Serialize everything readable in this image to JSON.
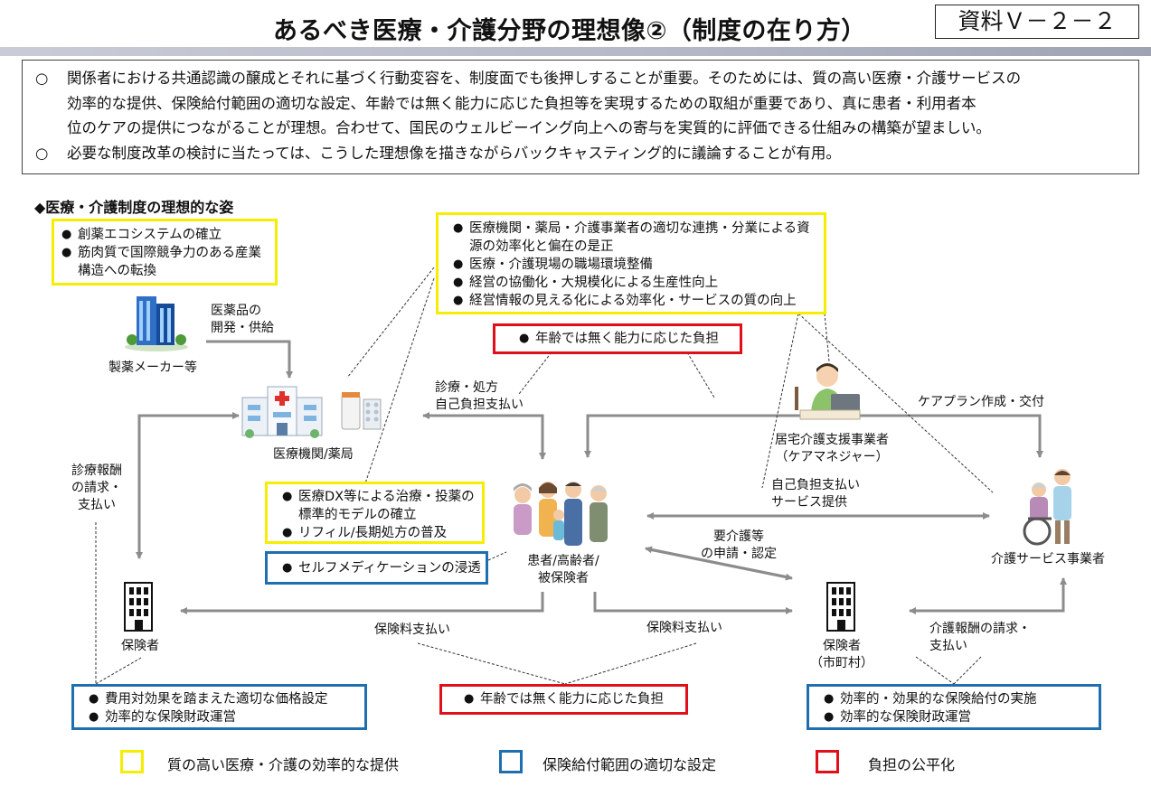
{
  "header": {
    "title": "あるべき医療・介護分野の理想像②（制度の在り方）",
    "doc_id": "資料Ｖ－２－２"
  },
  "summary": {
    "bullet_mark": "○",
    "p1_l1": "関係者における共通認識の醸成とそれに基づく行動変容を、制度面でも後押しすることが重要。そのためには、質の高い医療・介護サービスの",
    "p1_l2": "効率的な提供、保険給付範囲の適切な設定、年齢では無く能力に応じた負担等を実現するための取組が重要であり、真に患者・利用者本",
    "p1_l3": "位のケアの提供につながることが理想。合わせて、国民のウェルビーイング向上への寄与を実質的に評価できる仕組みの構築が望ましい。",
    "p2": "必要な制度改革の検討に当たっては、こうした理想像を描きながらバックキャスティング的に議論することが有用。"
  },
  "section_title": "◆医療・介護制度の理想的な姿",
  "boxes": {
    "pharma_policy": [
      "創薬エコシステムの確立",
      "筋肉質で国際競争力のある産業構造への転換"
    ],
    "providers": [
      "医療機関・薬局・介護事業者の適切な連携・分業による資源の効率化と偏在の是正",
      "医療・介護現場の職場環境整備",
      "経営の協働化・大規模化による生産性向上",
      "経営情報の見える化による効率化・サービスの質の向上"
    ],
    "burden_top": "年齢では無く能力に応じた負担",
    "dx": [
      "医療DX等による治療・投薬の標準的モデルの確立",
      "リフィル/長期処方の普及"
    ],
    "self_med": "セルフメディケーションの浸透",
    "insurer_left": [
      "費用対効果を踏まえた適切な価格設定",
      "効率的な保険財政運営"
    ],
    "burden_bottom": "年齢では無く能力に応じた負担",
    "insurer_right": [
      "効率的・効果的な保険給付の実施",
      "効率的な保険財政運営"
    ]
  },
  "actors": {
    "pharma": "製薬メーカー等",
    "hospital": "医療機関/薬局",
    "care_manager_l1": "居宅介護支援事業者",
    "care_manager_l2": "（ケアマネジャー）",
    "patients_l1": "患者/高齢者/",
    "patients_l2": "被保険者",
    "care_provider": "介護サービス事業者",
    "insurer_left": "保険者",
    "insurer_right_l1": "保険者",
    "insurer_right_l2": "（市町村）"
  },
  "flows": {
    "drug_dev_l1": "医薬品の",
    "drug_dev_l2": "開発・供給",
    "treatment_l1": "診療・処方",
    "treatment_l2": "自己負担支払い",
    "careplan": "ケアプラン作成・交付",
    "claims_med_l1": "診療報酬",
    "claims_med_l2": "の請求・",
    "claims_med_l3": "支払い",
    "selfpay_l1": "自己負担支払い",
    "selfpay_l2": "サービス提供",
    "certification_l1": "要介護等",
    "certification_l2": "の申請・認定",
    "premium_left": "保険料支払い",
    "premium_right": "保険料支払い",
    "claims_care_l1": "介護報酬の請求・",
    "claims_care_l2": "支払い"
  },
  "legend": [
    {
      "label": "質の高い医療・介護の効率的な提供",
      "color": "#f5ee00"
    },
    {
      "label": "保険給付範囲の適切な設定",
      "color": "#1f6fb0"
    },
    {
      "label": "負担の公平化",
      "color": "#e0101a"
    }
  ]
}
